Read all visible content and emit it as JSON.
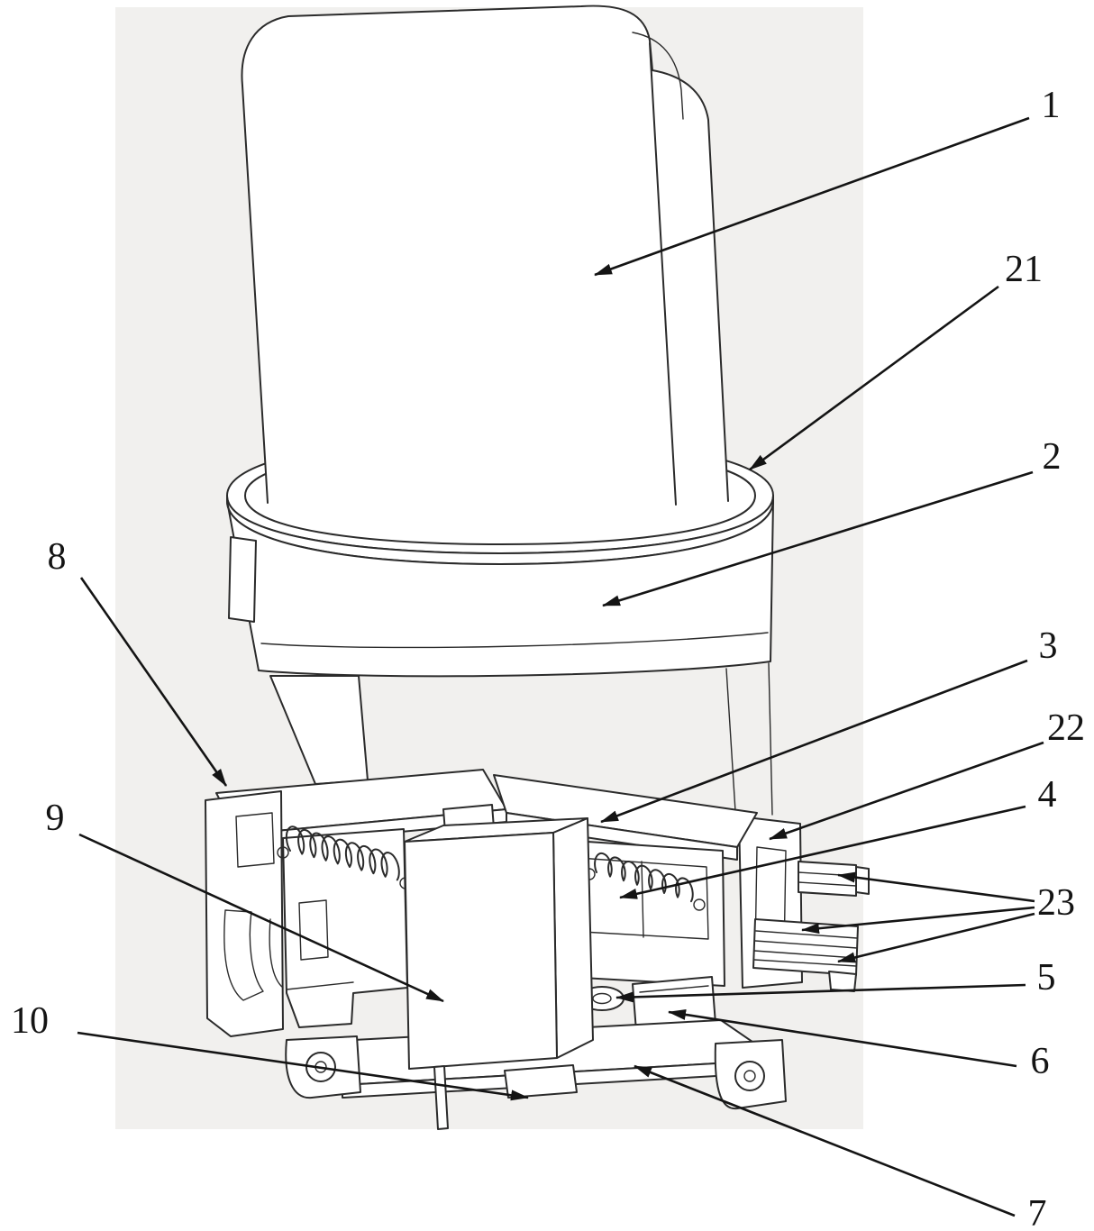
{
  "figure": {
    "type": "patent-line-drawing",
    "description": "Perspective line drawing of a device holder with sleeve and spring latch mechanism, annotated with numbered reference leaders",
    "colors": {
      "line_color": "#2b2b2b",
      "label_color": "#141414",
      "panel_color": "#f1f0ee"
    },
    "labels": [
      {
        "text": "1"
      },
      {
        "text": "21"
      },
      {
        "text": "2"
      },
      {
        "text": "3"
      },
      {
        "text": "22"
      },
      {
        "text": "4"
      },
      {
        "text": "23"
      },
      {
        "text": "5"
      },
      {
        "text": "6"
      },
      {
        "text": "7"
      },
      {
        "text": "8"
      },
      {
        "text": "9"
      },
      {
        "text": "10"
      }
    ]
  }
}
